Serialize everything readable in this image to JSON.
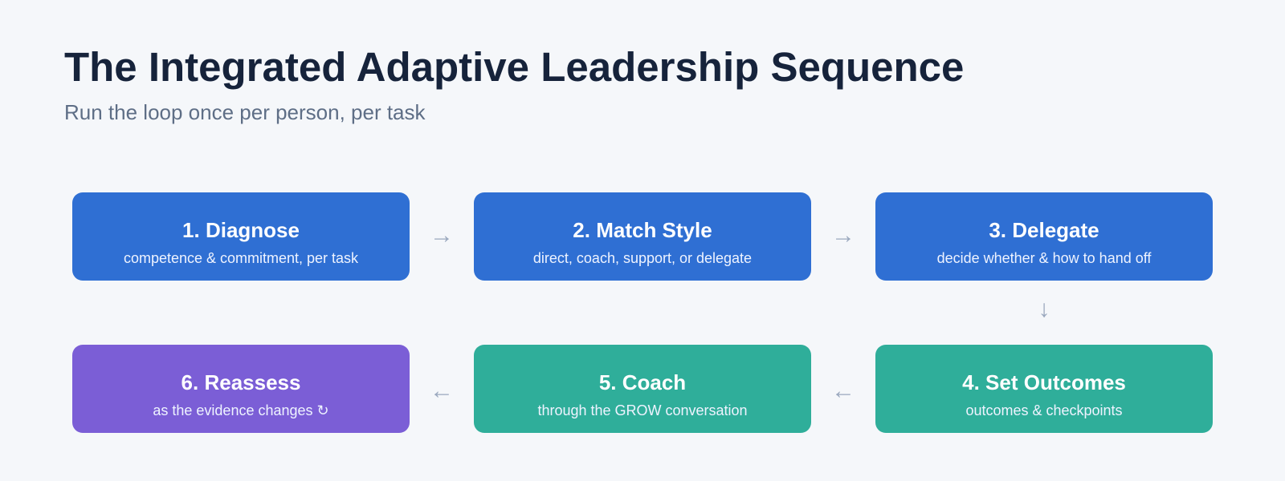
{
  "header": {
    "title": "The Integrated Adaptive Leadership Sequence",
    "subtitle": "Run the loop once per person, per task"
  },
  "colors": {
    "step_blue": "#2f6fd3",
    "step_teal": "#2fae9a",
    "step_purple": "#7b5ed6",
    "arrow": "#9aa8be"
  },
  "steps": [
    {
      "title": "1. Diagnose",
      "desc": "competence & commitment, per task"
    },
    {
      "title": "2. Match Style",
      "desc": "direct, coach, support, or delegate"
    },
    {
      "title": "3. Delegate",
      "desc": "decide whether & how to hand off"
    },
    {
      "title": "4. Set Outcomes",
      "desc": "outcomes & checkpoints"
    },
    {
      "title": "5. Coach",
      "desc": "through the GROW conversation"
    },
    {
      "title": "6. Reassess",
      "desc": "as the evidence changes ↻"
    }
  ],
  "arrows": {
    "right": "→",
    "down": "↓",
    "left": "←"
  }
}
